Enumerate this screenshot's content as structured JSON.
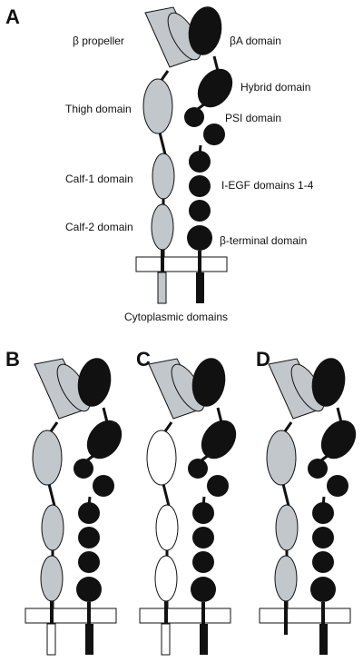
{
  "colors": {
    "alpha_subunit": "#c2c7cc",
    "beta_subunit": "#111111",
    "open_domain": "#ffffff",
    "outline": "#111111",
    "membrane": "#ffffff"
  },
  "panels": {
    "A": {
      "letter": "A",
      "labels": {
        "beta_propeller": "β propeller",
        "thigh": "Thigh domain",
        "calf1": "Calf-1 domain",
        "calf2": "Calf-2 domain",
        "beta_a": "βA domain",
        "hybrid": "Hybrid domain",
        "psi": "PSI domain",
        "iegf": "I-EGF domains 1-4",
        "beta_terminal": "β-terminal domain",
        "cytoplasmic": "Cytoplasmic domains"
      }
    },
    "B": {
      "letter": "B"
    },
    "C": {
      "letter": "C"
    },
    "D": {
      "letter": "D"
    }
  }
}
